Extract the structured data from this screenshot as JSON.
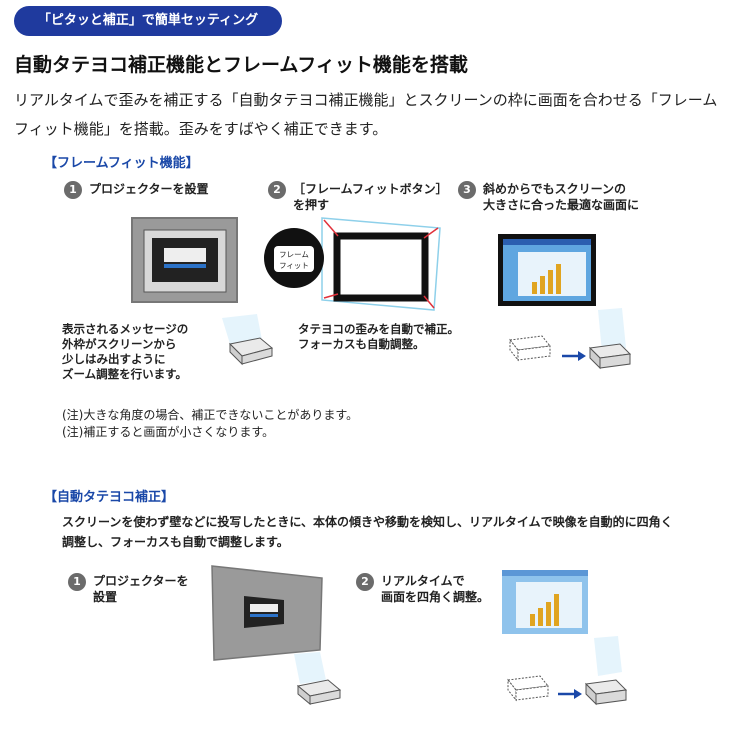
{
  "badge": "「ピタッと補正」で簡単セッティング",
  "title": "自動タテヨコ補正機能とフレームフィット機能を搭載",
  "intro": "リアルタイムで歪みを補正する「自動タテヨコ補正機能」とスクリーンの枠に画面を合わせる「フレームフィット機能」を搭載。歪みをすばやく補正できます。",
  "frame_fit": {
    "heading": "【フレームフィット機能】",
    "steps": [
      {
        "num": "1",
        "label": "プロジェクターを設置",
        "caption": "表示されるメッセージの\n外枠がスクリーンから\n少しはみ出すように\nズーム調整を行います。"
      },
      {
        "num": "2",
        "label": "［フレームフィットボタン］\nを押す",
        "caption": "タテヨコの歪みを自動で補正。\nフォーカスも自動調整。",
        "button_text_1": "フレーム",
        "button_text_2": "フィット"
      },
      {
        "num": "3",
        "label": "斜めからでもスクリーンの\n大きさに合った最適な画面に"
      }
    ],
    "notes": [
      "(注)大きな角度の場合、補正できないことがあります。",
      "(注)補正すると画面が小さくなります。"
    ]
  },
  "auto_keystone": {
    "heading": "【自動タテヨコ補正】",
    "description": "スクリーンを使わず壁などに投写したときに、本体の傾きや移動を検知し、リアルタイムで映像を自動的に四角く調整し、フォーカスも自動で調整します。",
    "steps": [
      {
        "num": "1",
        "label": "プロジェクターを\n設置"
      },
      {
        "num": "2",
        "label": "リアルタイムで\n画面を四角く調整。"
      }
    ]
  },
  "colors": {
    "accent": "#1f3a9e",
    "heading_blue": "#1a48a8",
    "arrow_red": "#e0303a"
  }
}
